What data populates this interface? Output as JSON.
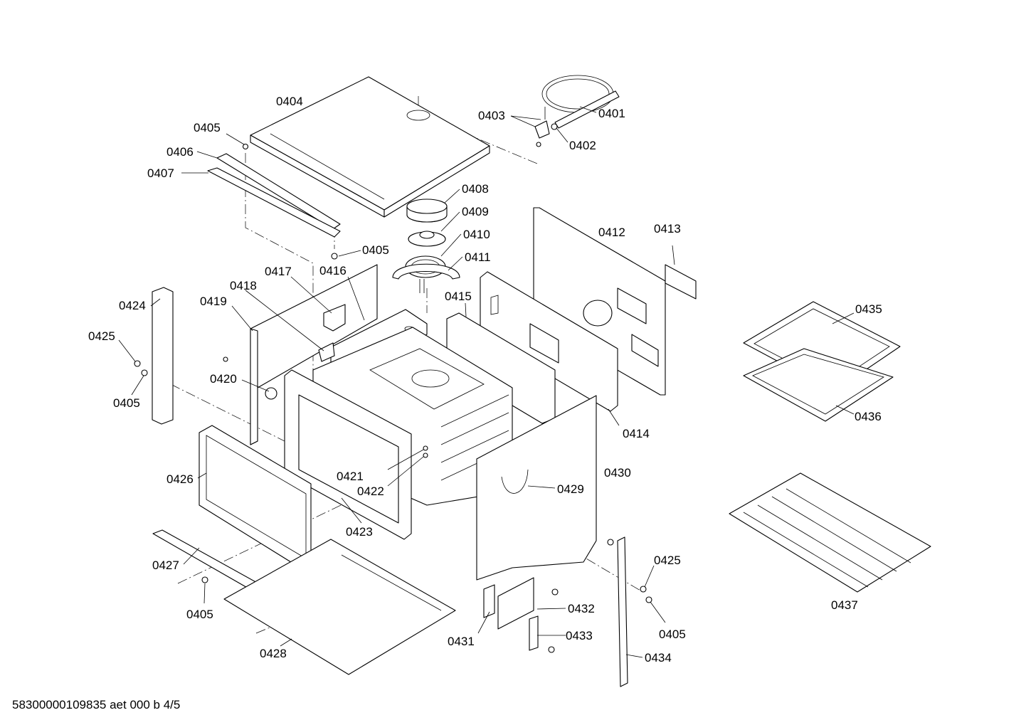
{
  "diagram": {
    "footer_text": "58300000109835 aet 000 b 4/5",
    "labels": {
      "l0401": "0401",
      "l0402": "0402",
      "l0403": "0403",
      "l0404": "0404",
      "l0405a": "0405",
      "l0405b": "0405",
      "l0405c": "0405",
      "l0405d": "0405",
      "l0405e": "0405",
      "l0406": "0406",
      "l0407": "0407",
      "l0408": "0408",
      "l0409": "0409",
      "l0410": "0410",
      "l0411": "0411",
      "l0412": "0412",
      "l0413": "0413",
      "l0414": "0414",
      "l0415": "0415",
      "l0416": "0416",
      "l0417": "0417",
      "l0418": "0418",
      "l0419": "0419",
      "l0420": "0420",
      "l0421": "0421",
      "l0422": "0422",
      "l0423": "0423",
      "l0424": "0424",
      "l0425a": "0425",
      "l0425b": "0425",
      "l0426": "0426",
      "l0427": "0427",
      "l0428": "0428",
      "l0429": "0429",
      "l0430": "0430",
      "l0431": "0431",
      "l0432": "0432",
      "l0433": "0433",
      "l0434": "0434",
      "l0435": "0435",
      "l0436": "0436",
      "l0437": "0437"
    }
  }
}
